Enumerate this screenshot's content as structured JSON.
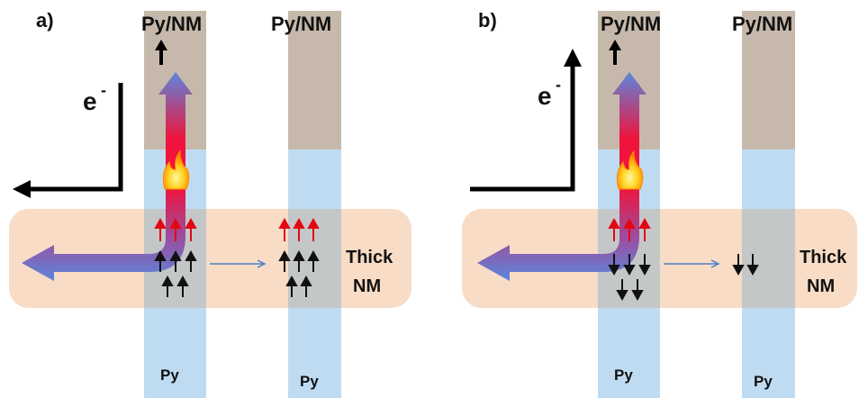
{
  "colors": {
    "thick_nm": "#f8dcc6",
    "py_strip": "#b8d7ef",
    "py_nm_cap": "#c6b7a6",
    "flow_blue": "#5b86dc",
    "flow_red": "#f0143c",
    "spin_red": "#e30613",
    "spin_black": "#111111",
    "transfer_arrow": "#4a7fc8"
  },
  "panels": [
    {
      "id": "a",
      "label": "a)",
      "top_labels": [
        "Py/NM",
        "Py/NM"
      ],
      "electron_label": "e",
      "electron_superscript": "-",
      "thick_nm_label": [
        "Thick",
        "NM"
      ],
      "py_labels": [
        "Py",
        "Py"
      ],
      "injector_spins": "up",
      "detector_spins": "up"
    },
    {
      "id": "b",
      "label": "b)",
      "top_labels": [
        "Py/NM",
        "Py/NM"
      ],
      "electron_label": "e",
      "electron_superscript": "-",
      "thick_nm_label": [
        "Thick",
        "NM"
      ],
      "py_labels": [
        "Py",
        "Py"
      ],
      "injector_spins": "down",
      "detector_spins": "down"
    }
  ]
}
